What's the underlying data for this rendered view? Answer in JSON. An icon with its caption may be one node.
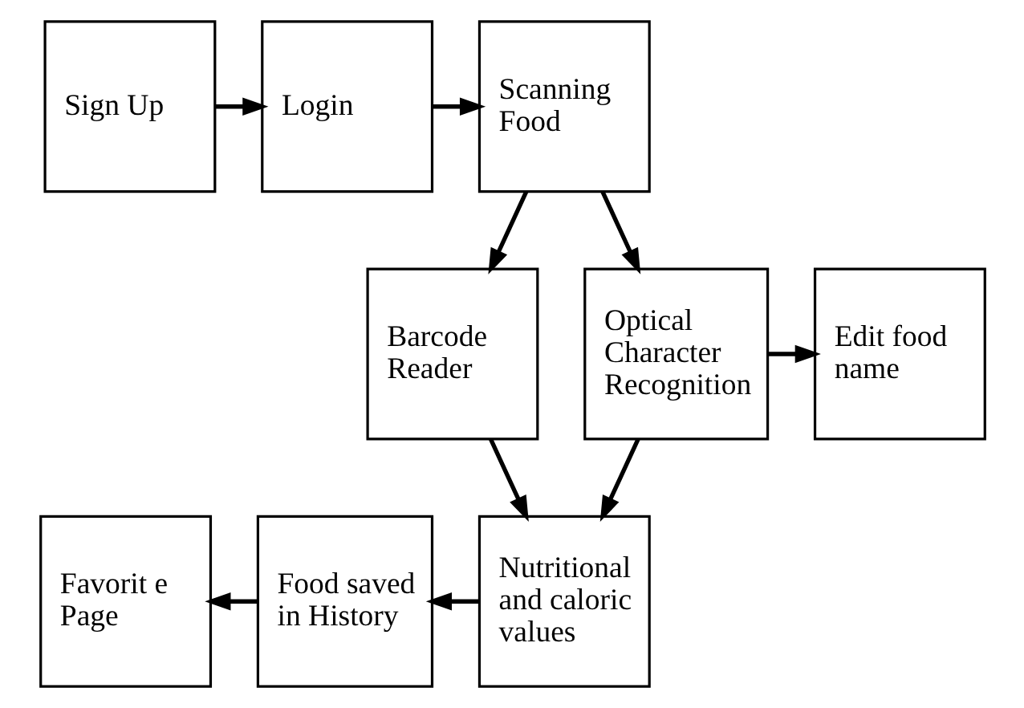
{
  "diagram": {
    "nodes": [
      {
        "text": [
          "Sign Up"
        ]
      },
      {
        "text": [
          "Login"
        ]
      },
      {
        "text": [
          "Scanning Food"
        ]
      },
      {
        "text": [
          "Barcode Reader"
        ]
      },
      {
        "text": [
          "Optical Character Recognition"
        ]
      },
      {
        "text": [
          "Edit food name"
        ]
      },
      {
        "text": [
          "Favorit e Page"
        ]
      },
      {
        "text": [
          "Food saved in History"
        ]
      },
      {
        "text": [
          "Nutritional and caloric values"
        ]
      }
    ],
    "edges": [
      {
        "from": 0,
        "to": 1,
        "arrow": "to"
      },
      {
        "from": 1,
        "to": 2,
        "arrow": "to"
      },
      {
        "from": 2,
        "to": 3,
        "arrow": "to"
      },
      {
        "from": 2,
        "to": 4,
        "arrow": "to"
      },
      {
        "from": 4,
        "to": 5,
        "arrow": "to"
      },
      {
        "from": 3,
        "to": 8,
        "arrow": "to"
      },
      {
        "from": 4,
        "to": 8,
        "arrow": "to"
      },
      {
        "from": 8,
        "to": 7,
        "arrow": "to"
      },
      {
        "from": 7,
        "to": 6,
        "arrow": "to"
      }
    ]
  }
}
